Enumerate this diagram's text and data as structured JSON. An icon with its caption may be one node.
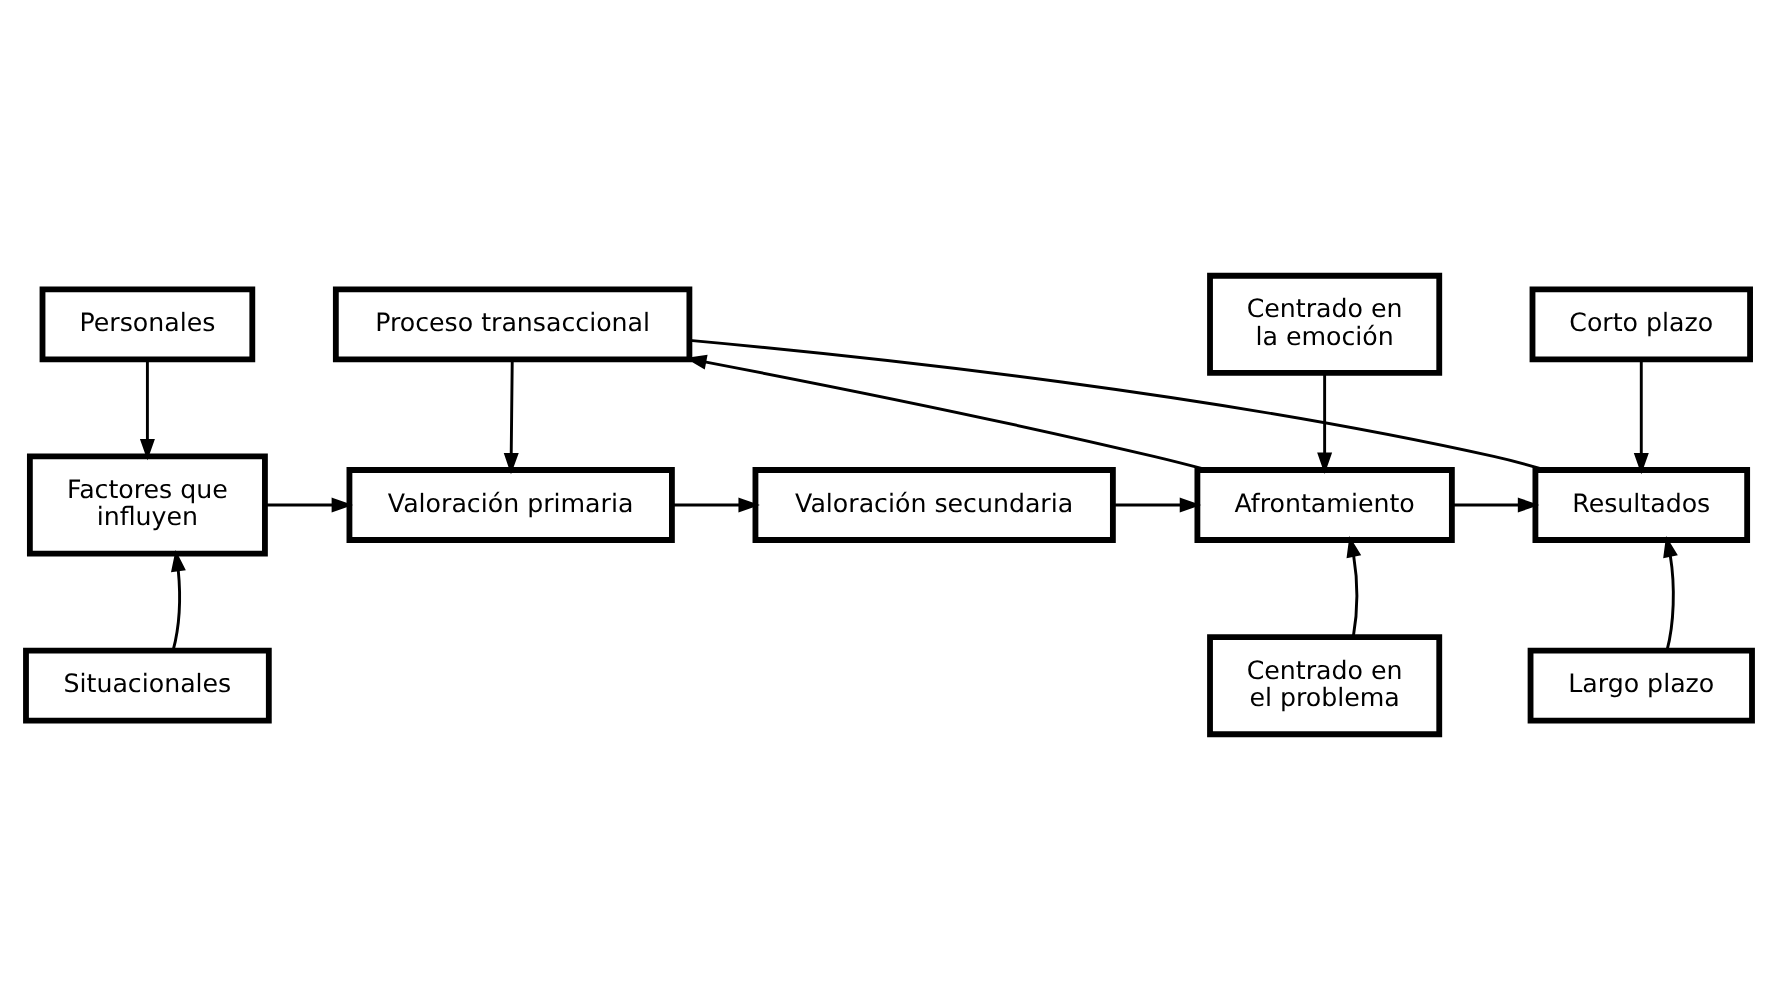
{
  "diagram": {
    "nodes": [
      {
        "text": [
          "Proceso transaccional"
        ]
      },
      {
        "text": [
          "Personales"
        ]
      },
      {
        "text": [
          "Centrado en la emoción"
        ]
      },
      {
        "text": [
          "Corto plazo"
        ]
      },
      {
        "text": [
          "Factores que influyen"
        ]
      },
      {
        "text": [
          "Valoración primaria"
        ]
      },
      {
        "text": [
          "Valoración secundaria"
        ]
      },
      {
        "text": [
          "Afrontamiento"
        ]
      },
      {
        "text": [
          "Resultados"
        ]
      },
      {
        "text": [
          "Situacionales"
        ]
      },
      {
        "text": [
          "Centrado en el problema"
        ]
      },
      {
        "text": [
          "Largo plazo"
        ]
      }
    ],
    "edges": [
      {
        "from": 0,
        "to": 5,
        "arrow": "to"
      },
      {
        "from": 1,
        "to": 4,
        "arrow": "to"
      },
      {
        "from": 2,
        "to": 7,
        "arrow": "to"
      },
      {
        "from": 3,
        "to": 8,
        "arrow": "to"
      },
      {
        "from": 4,
        "to": 5,
        "arrow": "to"
      },
      {
        "from": 5,
        "to": 6,
        "arrow": "to"
      },
      {
        "from": 6,
        "to": 7,
        "arrow": "to"
      },
      {
        "from": 7,
        "to": 8,
        "arrow": "to"
      },
      {
        "from": 7,
        "to": 0,
        "arrow": "to"
      },
      {
        "from": 8,
        "to": 0,
        "arrow": "none"
      },
      {
        "from": 9,
        "to": 4,
        "arrow": "to"
      },
      {
        "from": 10,
        "to": 7,
        "arrow": "to"
      },
      {
        "from": 11,
        "to": 8,
        "arrow": "to"
      }
    ]
  }
}
